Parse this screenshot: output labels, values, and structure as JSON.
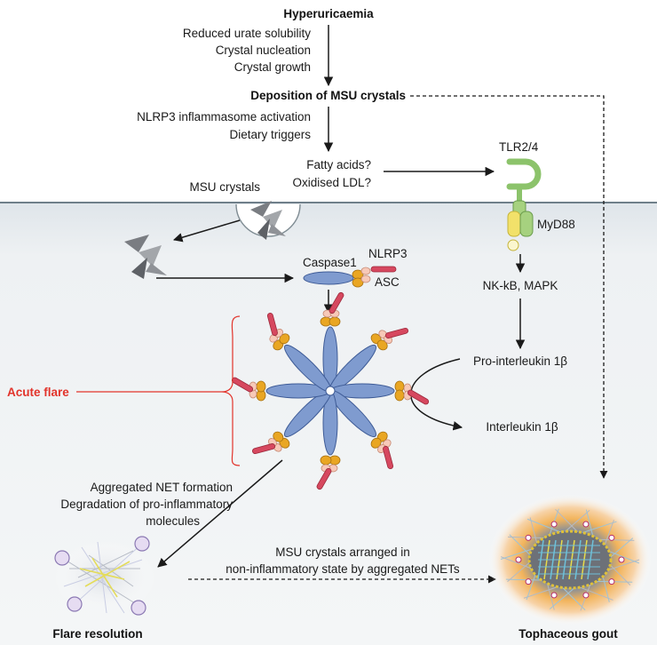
{
  "top": {
    "title": "Hyperuricaemia",
    "steps": [
      "Reduced urate solubility",
      "Crystal nucleation",
      "Crystal growth"
    ]
  },
  "deposition": {
    "title": "Deposition of MSU crystals",
    "steps": [
      "NLRP3 inflammasome activation",
      "Dietary triggers"
    ]
  },
  "triggers": [
    "Fatty acids?",
    "Oxidised LDL?"
  ],
  "receptor": {
    "tlr": "TLR2/4",
    "myd88": "MyD88",
    "signal": "NK-kB, MAPK"
  },
  "cell": {
    "crystals_label": "MSU crystals"
  },
  "inflammasome": {
    "caspase": "Caspase1",
    "nlrp3": "NLRP3",
    "asc": "ASC"
  },
  "cytokines": {
    "pro": "Pro-interleukin 1β",
    "mature": "Interleukin 1β"
  },
  "acute_flare": {
    "label": "Acute flare",
    "color": "#e2342b"
  },
  "net": {
    "lines": [
      "Aggregated NET formation",
      "Degradation of pro-inflammatory",
      "molecules"
    ],
    "arranged": [
      "MSU crystals arranged in",
      "non-inflammatory state by aggregated NETs"
    ]
  },
  "outcomes": {
    "resolution": "Flare resolution",
    "tophaceous": "Tophaceous gout"
  },
  "colors": {
    "membrane": "#b9c6cf",
    "cytoplasm": "#eef1f3",
    "petal": "#7f9bcf",
    "il1": "#d6485f",
    "asc": "#e9a623",
    "tlr": "#8cc36b",
    "myd88_yellow": "#f2e16a"
  }
}
